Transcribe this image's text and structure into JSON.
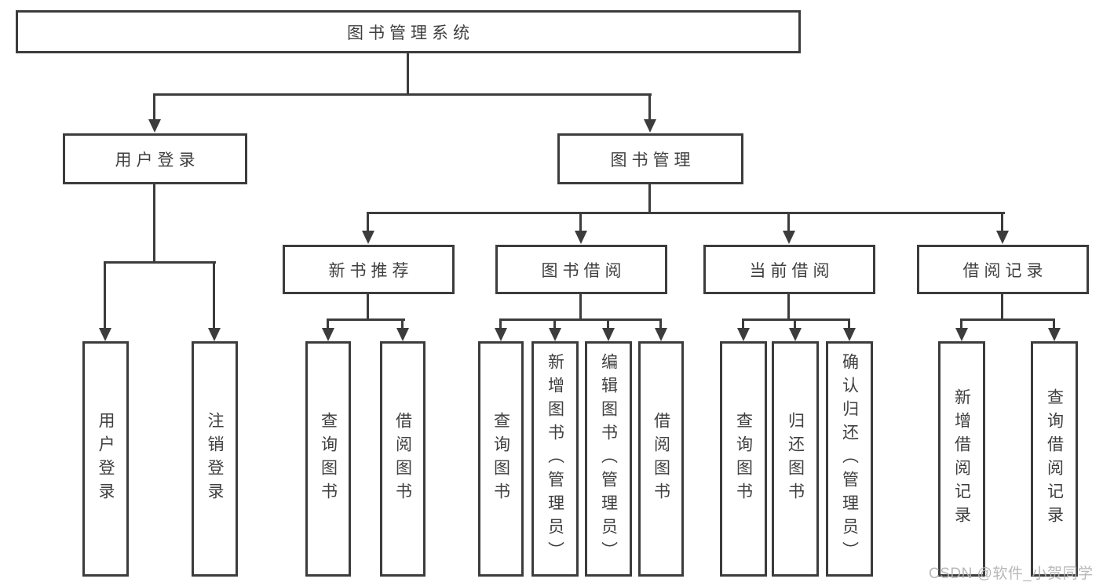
{
  "colors": {
    "line": "#3c3c3c",
    "box_border": "#3c3c3c",
    "text": "#3f3f3f",
    "watermark": "#b2b2b2",
    "background": "#ffffff"
  },
  "tree": {
    "root": {
      "label": "图书管理系统"
    },
    "branches": [
      {
        "label": "用户登录",
        "children": [
          {
            "label": "用户登录"
          },
          {
            "label": "注销登录"
          }
        ]
      },
      {
        "label": "图书管理",
        "children": [
          {
            "label": "新书推荐",
            "children": [
              {
                "label": "查询图书"
              },
              {
                "label": "借阅图书"
              }
            ]
          },
          {
            "label": "图书借阅",
            "children": [
              {
                "label": "查询图书"
              },
              {
                "label": "新增图书（管理员）"
              },
              {
                "label": "编辑图书（管理员）"
              },
              {
                "label": "借阅图书"
              }
            ]
          },
          {
            "label": "当前借阅",
            "children": [
              {
                "label": "查询图书"
              },
              {
                "label": "归还图书"
              },
              {
                "label": "确认归还（管理员）"
              }
            ]
          },
          {
            "label": "借阅记录",
            "children": [
              {
                "label": "新增借阅记录"
              },
              {
                "label": "查询借阅记录"
              }
            ]
          }
        ]
      }
    ]
  },
  "watermark": {
    "text": "CSDN @软件_小贺同学"
  }
}
